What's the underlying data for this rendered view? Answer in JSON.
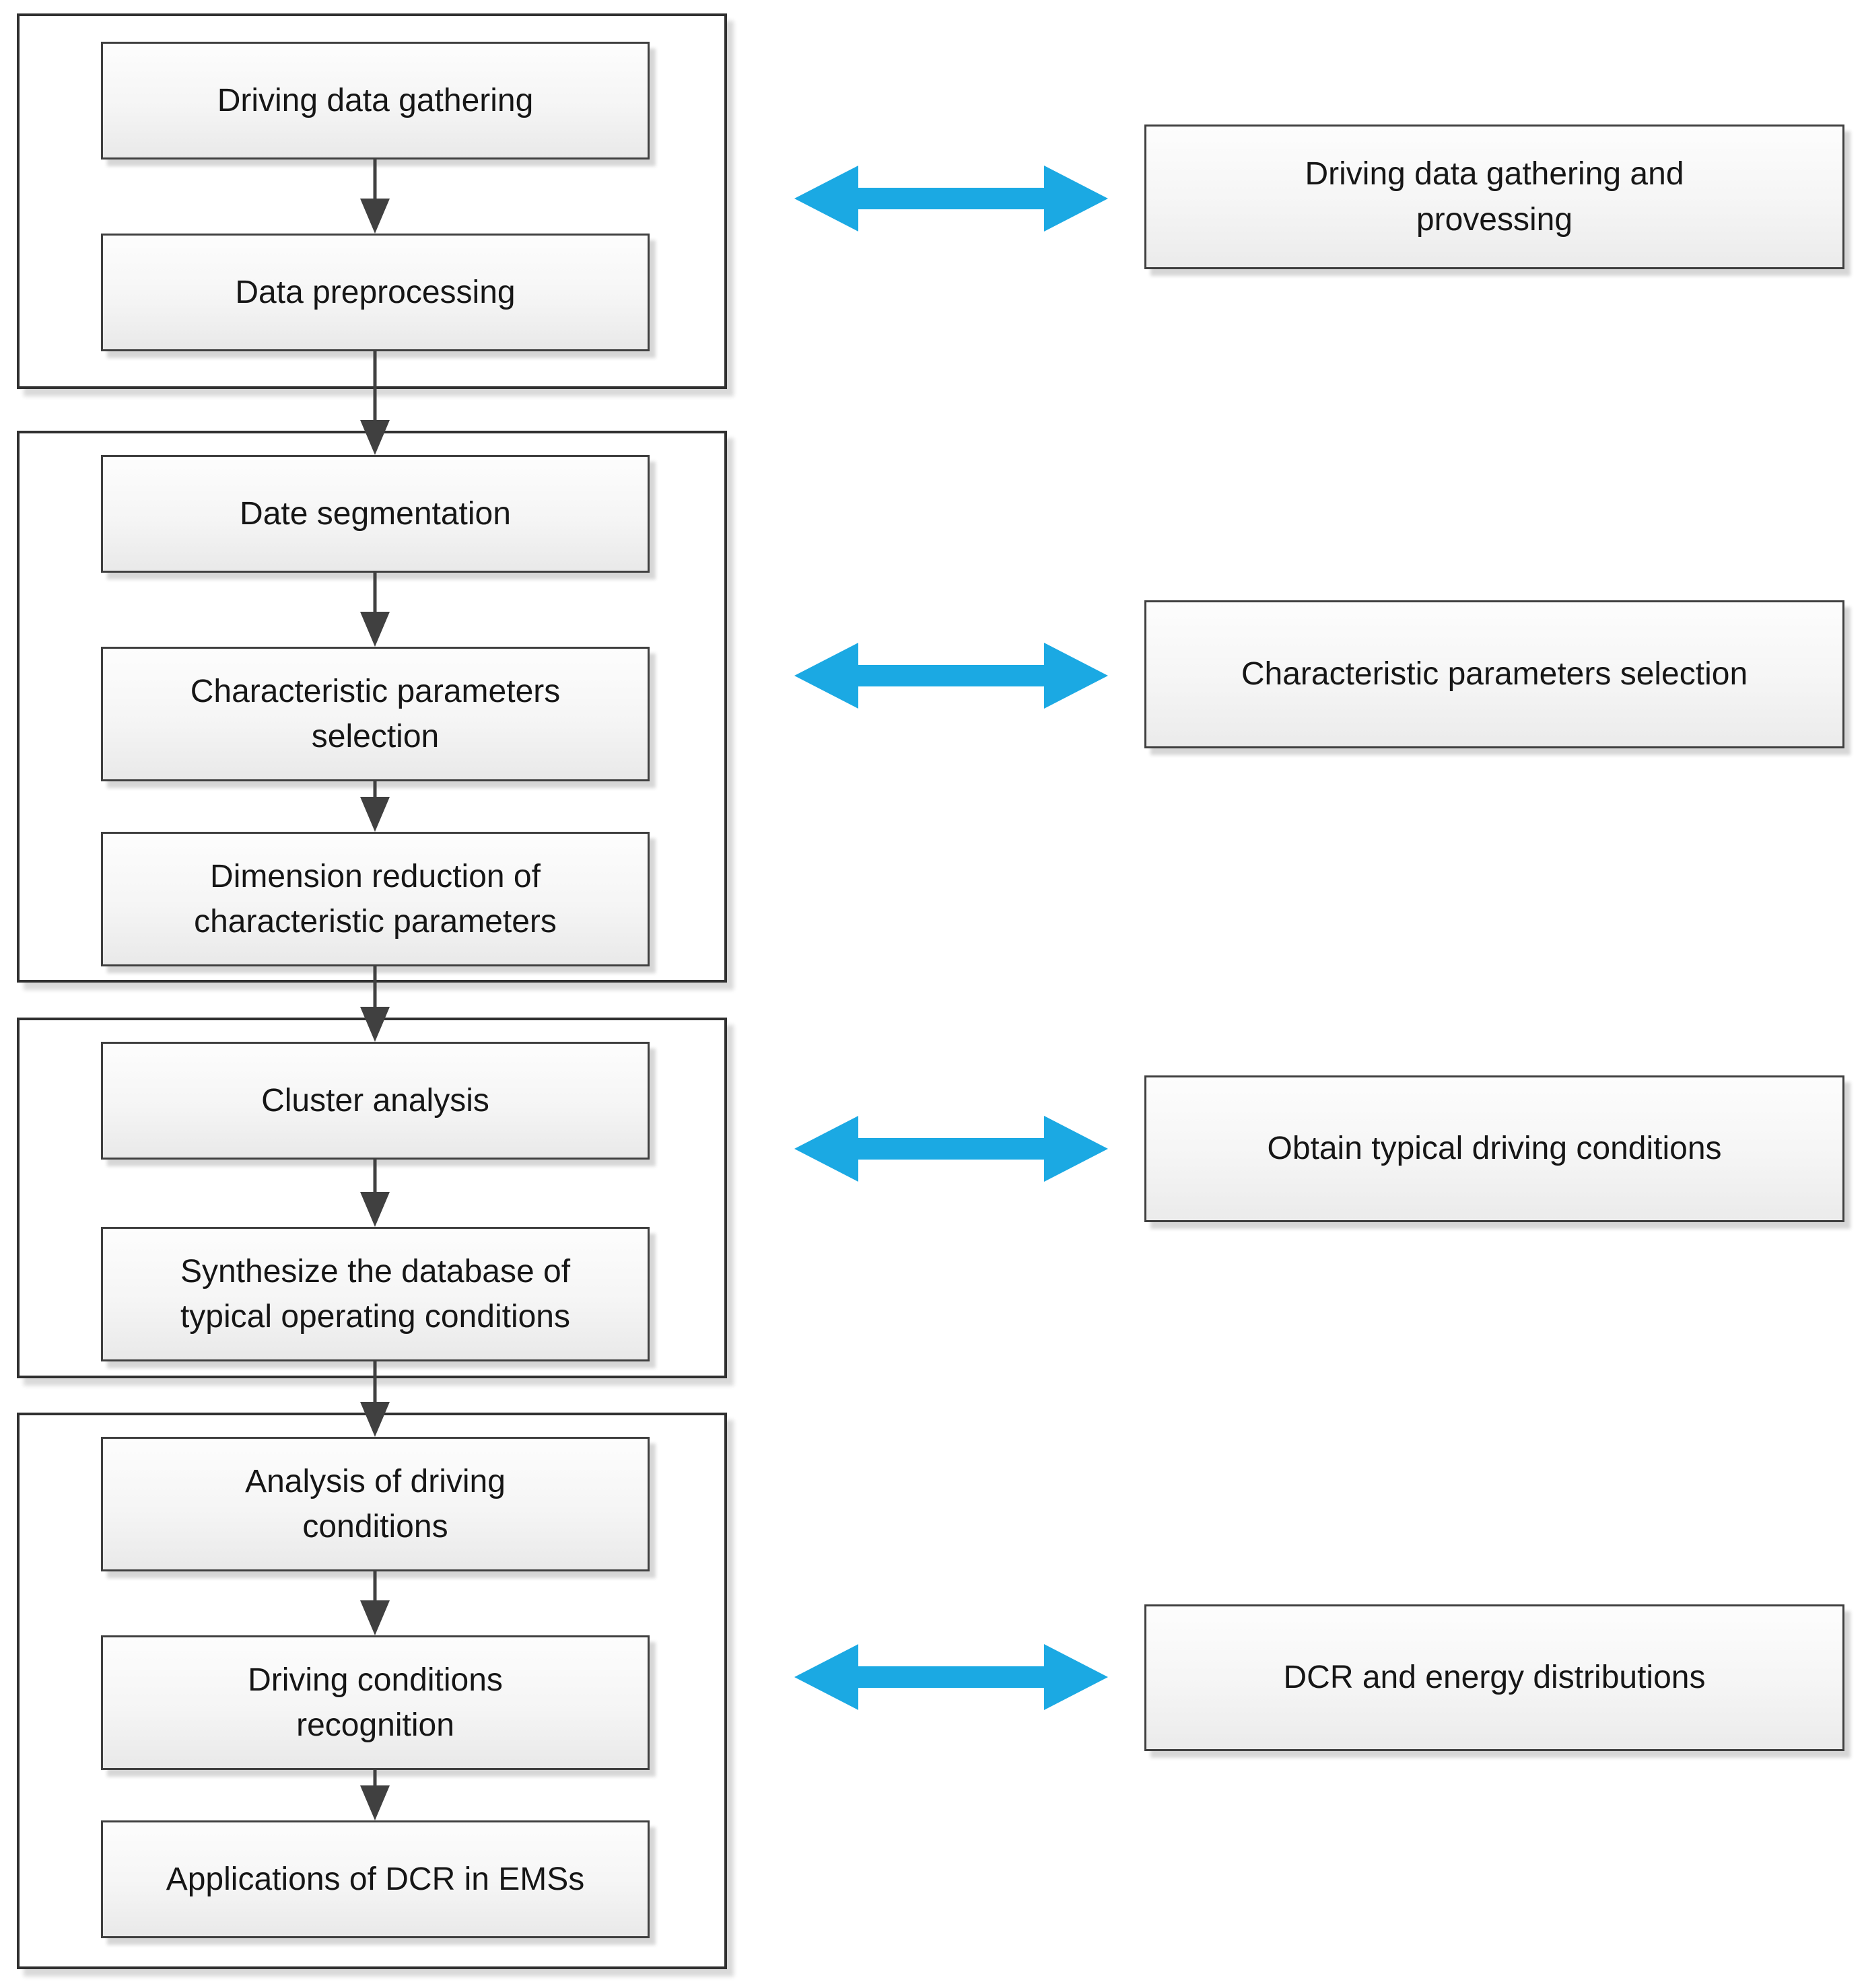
{
  "colors": {
    "arrow_blue": "#1BA9E3",
    "connector_gray": "#404040",
    "box_border": "#3A3A3A"
  },
  "flow": {
    "groups": [
      {
        "steps": [
          "Driving data gathering",
          "Data preprocessing"
        ]
      },
      {
        "steps": [
          "Date segmentation",
          "Characteristic parameters\nselection",
          "Dimension reduction of\ncharacteristic parameters"
        ]
      },
      {
        "steps": [
          "Cluster analysis",
          "Synthesize the database of\ntypical operating conditions"
        ]
      },
      {
        "steps": [
          "Analysis of driving\nconditions",
          "Driving conditions\nrecognition",
          "Applications of DCR in EMSs"
        ]
      }
    ],
    "summaries": [
      "Driving data gathering and\nprovessing",
      "Characteristic parameters selection",
      "Obtain typical driving conditions",
      "DCR and energy distributions"
    ]
  }
}
